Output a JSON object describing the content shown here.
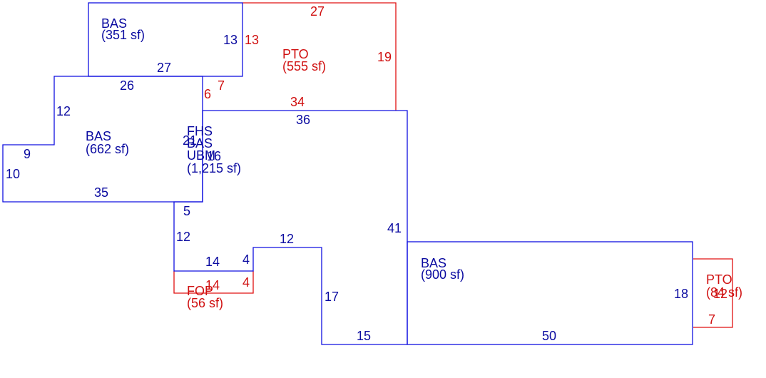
{
  "colors": {
    "living": "#1010e0",
    "living_text": "#0a0aa0",
    "exterior": "#e01010",
    "exterior_text": "#d01010"
  },
  "areas": {
    "bas_351": {
      "code": "BAS",
      "area": "(351 sf)"
    },
    "pto_555": {
      "code": "PTO",
      "area": "(555 sf)"
    },
    "bas_662": {
      "code": "BAS",
      "area": "(662 sf)"
    },
    "center": {
      "code1": "FHS",
      "code2": "BAS",
      "code3": "UBM",
      "area": "(1,215 sf)"
    },
    "fop_56": {
      "code": "FOP",
      "area": "(56 sf)"
    },
    "bas_900": {
      "code": "BAS",
      "area": "(900 sf)"
    },
    "pto_84": {
      "code": "PTO",
      "area": "(84 sf)"
    }
  },
  "dimensions": {
    "bas351_top_right": "13",
    "bas351_bottom": "27",
    "pto555_top": "27",
    "pto555_left": "13",
    "pto555_right": "19",
    "pto555_bottom": "34",
    "pto555_seg_a": "6",
    "pto555_seg_b": "7",
    "bas662_top": "26",
    "bas662_left_upper": "12",
    "bas662_step": "9",
    "bas662_left_lower": "10",
    "bas662_bottom": "35",
    "bas662_right": "21",
    "center_top": "36",
    "center_16": "16",
    "center_5": "5",
    "center_12_left": "12",
    "center_14": "14",
    "center_4": "4",
    "center_12_top": "12",
    "center_17": "17",
    "center_15": "15",
    "center_41": "41",
    "fop_14": "14",
    "fop_4": "4",
    "bas900_left": "18",
    "bas900_bottom": "50",
    "pto84_dim": "12",
    "pto84_bottom": "7"
  }
}
